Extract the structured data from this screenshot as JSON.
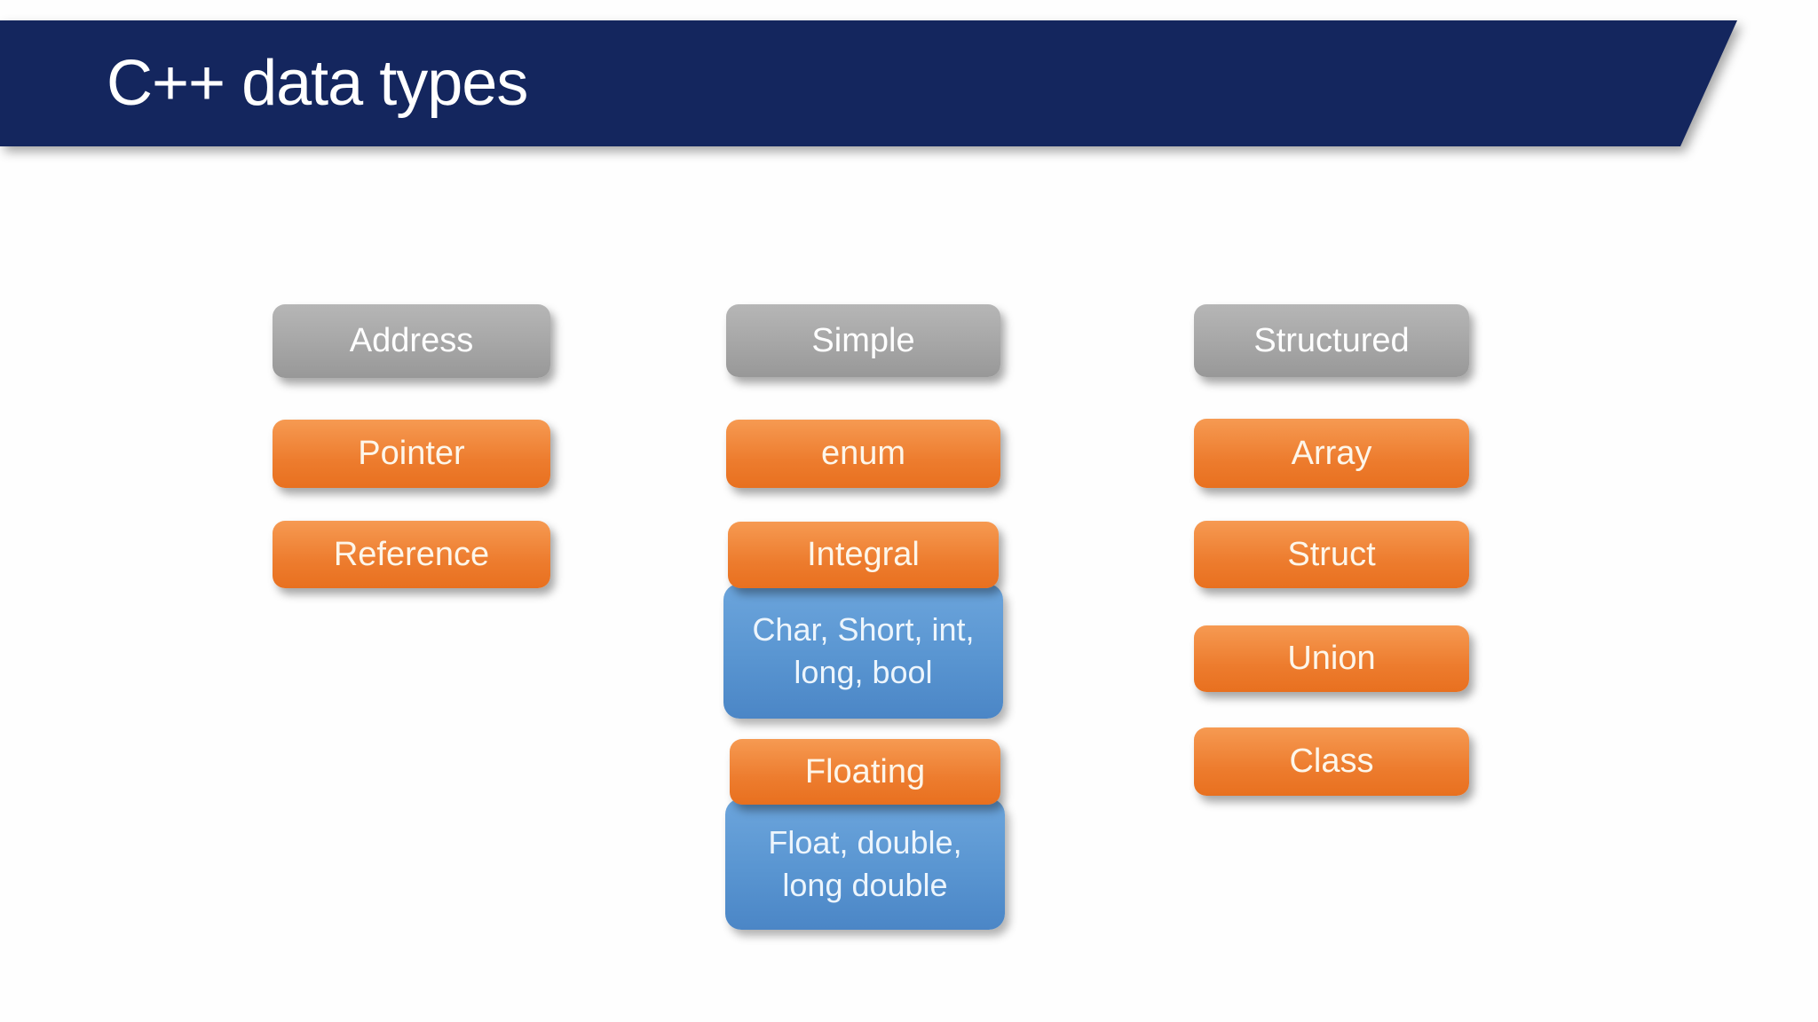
{
  "header": {
    "title": "C++ data types"
  },
  "colors": {
    "banner_navy": "#14265e",
    "orange_top": "#f69a52",
    "orange_bottom": "#e8701f",
    "gray_top": "#b6b6b6",
    "gray_bottom": "#989898",
    "blue_top": "#6ca5dc",
    "blue_bottom": "#4b86c6",
    "background": "#fefefe",
    "text": "#ffffff"
  },
  "groups": [
    {
      "name": "address",
      "header": "Address",
      "items": [
        {
          "label": "Pointer",
          "kind": "category"
        },
        {
          "label": "Reference",
          "kind": "category"
        }
      ]
    },
    {
      "name": "simple",
      "header": "Simple",
      "items": [
        {
          "label": "enum",
          "kind": "category"
        },
        {
          "label": "Integral",
          "kind": "category"
        },
        {
          "label": "Char, Short, int,\nlong, bool",
          "kind": "detail"
        },
        {
          "label": "Floating",
          "kind": "category"
        },
        {
          "label": "Float, double,\nlong double",
          "kind": "detail"
        }
      ]
    },
    {
      "name": "structured",
      "header": "Structured",
      "items": [
        {
          "label": "Array",
          "kind": "category"
        },
        {
          "label": "Struct",
          "kind": "category"
        },
        {
          "label": "Union",
          "kind": "category"
        },
        {
          "label": "Class",
          "kind": "category"
        }
      ]
    }
  ]
}
